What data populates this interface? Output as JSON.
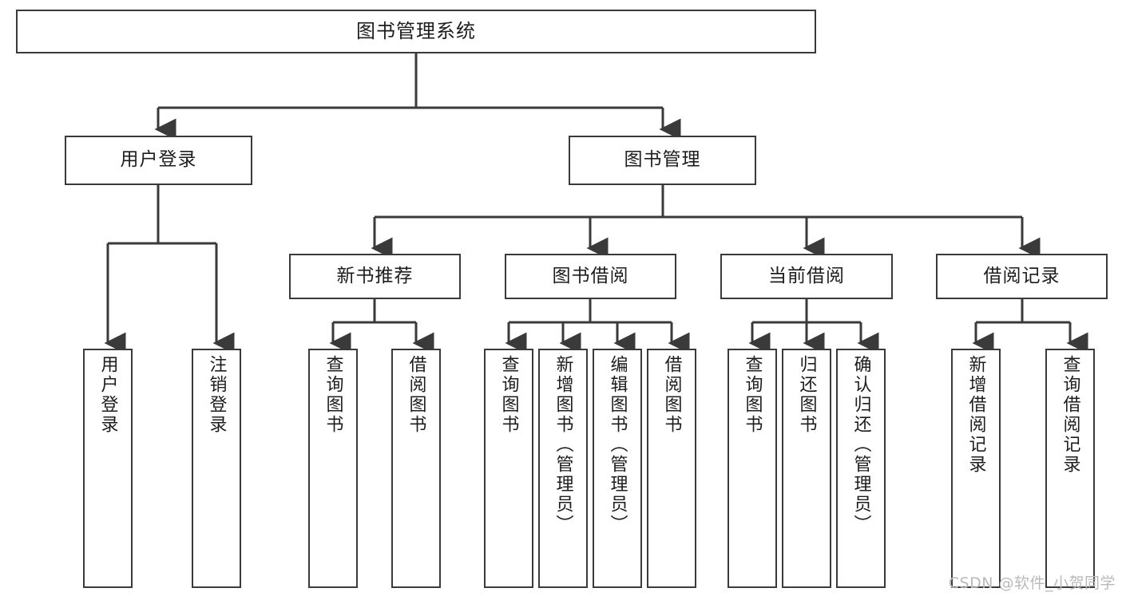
{
  "diagram": {
    "title": "图书管理系统",
    "type": "tree",
    "root": {
      "label": "图书管理系统"
    },
    "level2": [
      {
        "label": "用户登录"
      },
      {
        "label": "图书管理"
      }
    ],
    "level3": [
      {
        "label": "新书推荐"
      },
      {
        "label": "图书借阅"
      },
      {
        "label": "当前借阅"
      },
      {
        "label": "借阅记录"
      }
    ],
    "leaves": [
      {
        "label": "用户登录",
        "parent": "用户登录"
      },
      {
        "label": "注销登录",
        "parent": "用户登录"
      },
      {
        "label": "查询图书",
        "parent": "新书推荐"
      },
      {
        "label": "借阅图书",
        "parent": "新书推荐"
      },
      {
        "label": "查询图书",
        "parent": "图书借阅"
      },
      {
        "label": "新增图书（管理员）",
        "parent": "图书借阅"
      },
      {
        "label": "编辑图书（管理员）",
        "parent": "图书借阅"
      },
      {
        "label": "借阅图书",
        "parent": "图书借阅"
      },
      {
        "label": "查询图书",
        "parent": "当前借阅"
      },
      {
        "label": "归还图书",
        "parent": "当前借阅"
      },
      {
        "label": "确认归还（管理员）",
        "parent": "当前借阅"
      },
      {
        "label": "新增借阅记录",
        "parent": "借阅记录"
      },
      {
        "label": "查询借阅记录",
        "parent": "借阅记录"
      }
    ]
  },
  "watermark": {
    "text": "CSDN @软件_小贺同学"
  },
  "colors": {
    "stroke": "#3a3a3a",
    "background": "#ffffff",
    "text": "#1d1d1d",
    "watermark": "#b9b9b9"
  }
}
